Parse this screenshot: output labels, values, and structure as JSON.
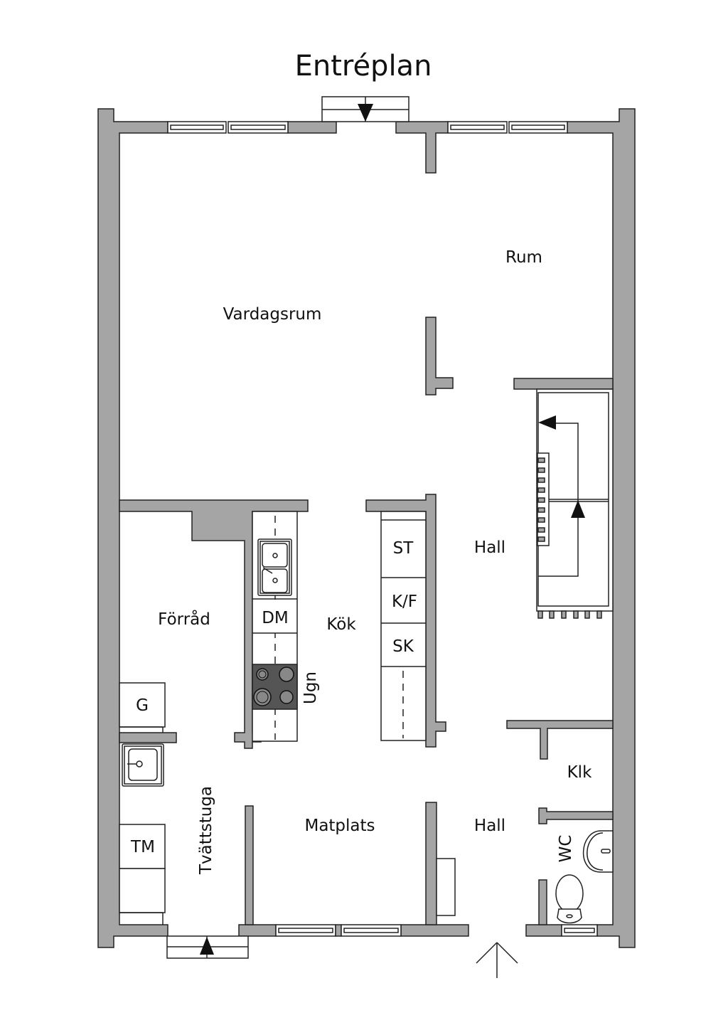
{
  "title": "Entréplan",
  "colors": {
    "wall": "#a5a5a5",
    "line": "#222222",
    "stove": "#555555",
    "background": "#ffffff"
  },
  "rooms": {
    "vardagsrum": "Vardagsrum",
    "rum": "Rum",
    "hall_upper": "Hall",
    "hall_lower": "Hall",
    "kok": "Kök",
    "forrad": "Förråd",
    "tvattstuga": "Tvättstuga",
    "matplats": "Matplats",
    "klk": "Klk",
    "wc": "WC"
  },
  "fixtures": {
    "st": "ST",
    "kf": "K/F",
    "sk": "SK",
    "dm": "DM",
    "ugn": "Ugn",
    "g": "G",
    "tm": "TM"
  },
  "icons": {
    "entrance_arrow": "entrance-arrow-icon",
    "stair_arrows": "stair-direction-arrows",
    "door_arrows": "door-direction-arrows"
  }
}
